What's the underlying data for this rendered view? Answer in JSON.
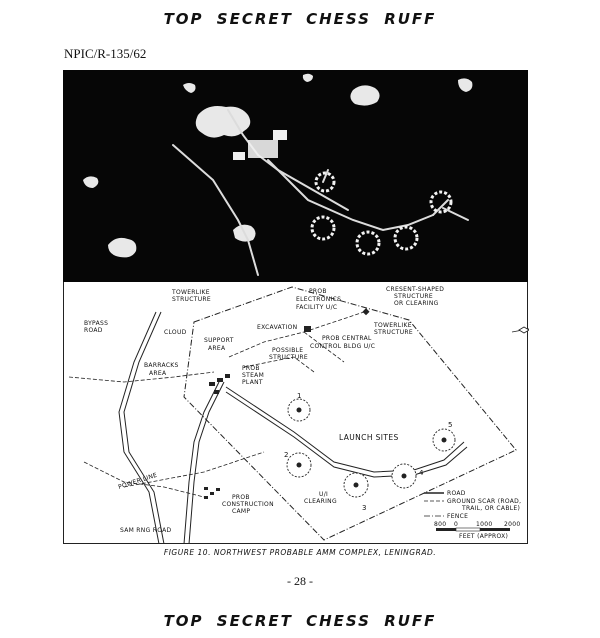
{
  "classification_top": "TOP SECRET CHESS RUFF",
  "classification_bottom": "TOP SECRET CHESS RUFF",
  "document_ref": "NPIC/R-135/62",
  "map": {
    "labels": {
      "bypass_road": [
        "BYPASS",
        "ROAD"
      ],
      "towerlike_1": [
        "TOWERLIKE",
        "STRUCTURE"
      ],
      "cloud": "CLOUD",
      "excavation": "EXCAVATION",
      "prob_electronics": [
        "PROB",
        "ELECTRONICS",
        "FACILITY U/C"
      ],
      "crescent": [
        "CRESENT-SHAPED",
        "STRUCTURE",
        "OR CLEARING"
      ],
      "towerlike_2": [
        "TOWERLIKE",
        "STRUCTURE"
      ],
      "prob_central": [
        "PROB CENTRAL",
        "CONTROL BLDG U/C"
      ],
      "support_area": [
        "SUPPORT",
        "AREA"
      ],
      "possible_structure": [
        "POSSIBLE",
        "STRUCTURE"
      ],
      "barracks": [
        "BARRACKS",
        "AREA"
      ],
      "steam_plant": [
        "PROB",
        "STEAM",
        "PLANT"
      ],
      "launch_sites": "LAUNCH SITES",
      "power_line": "POWER LINE",
      "construction_camp": [
        "PROB",
        "CONSTRUCTION",
        "CAMP"
      ],
      "ui_clearing": [
        "U/I",
        "CLEARING"
      ],
      "sam_road": "SAM RNG ROAD",
      "north": "N"
    },
    "site_numbers": [
      "1",
      "2",
      "3",
      "4",
      "5"
    ],
    "legend": {
      "road": "ROAD",
      "ground_scar": [
        "GROUND SCAR (ROAD,",
        "TRAIL, OR CABLE)"
      ],
      "fence": "FENCE"
    },
    "scale": {
      "ticks": [
        "800",
        "0",
        "1000",
        "2000"
      ],
      "unit": "FEET (APPROX)"
    }
  },
  "caption": "FIGURE 10.  NORTHWEST PROBABLE AMM COMPLEX, LENINGRAD.",
  "page_number": "- 28 -"
}
